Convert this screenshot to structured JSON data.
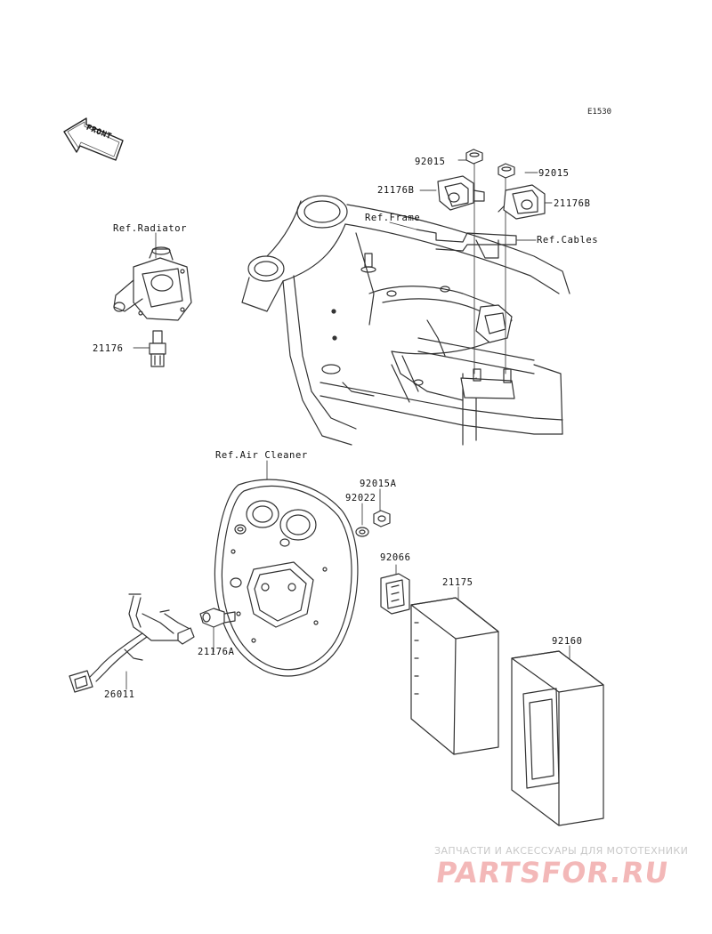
{
  "diagram": {
    "code": "E1530",
    "front_label": "FRONT",
    "labels": {
      "p92015_left": "92015",
      "p92015_right": "92015",
      "p21176B_left": "21176B",
      "p21176B_right": "21176B",
      "ref_frame": "Ref.Frame",
      "ref_cables": "Ref.Cables",
      "ref_radiator": "Ref.Radiator",
      "p21176": "21176",
      "ref_air_cleaner": "Ref.Air Cleaner",
      "p92015A": "92015A",
      "p92022": "92022",
      "p92066": "92066",
      "p21175": "21175",
      "p92160": "92160",
      "p21176A": "21176A",
      "p26011": "26011"
    }
  },
  "watermark": {
    "tagline": "ЗАПЧАСТИ И АКСЕССУАРЫ ДЛЯ МОТОТЕХНИКИ",
    "brand": "PARTSFOR.RU"
  }
}
